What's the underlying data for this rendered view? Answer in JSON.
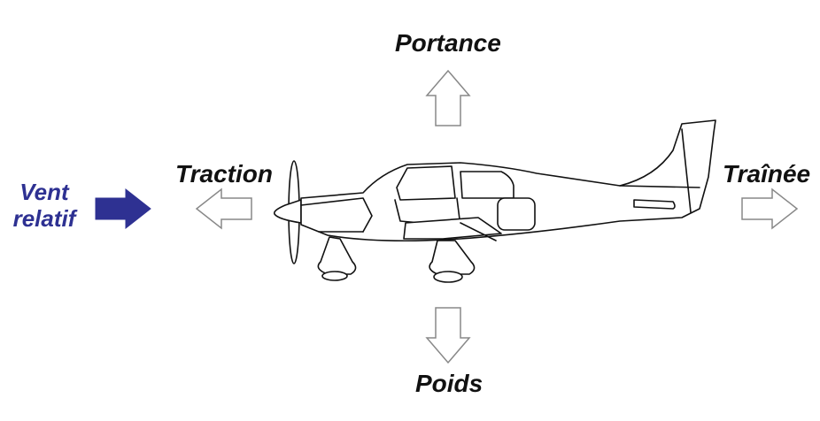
{
  "forces": {
    "lift": "Portance",
    "thrust": "Traction",
    "drag": "Traînée",
    "weight": "Poids"
  },
  "wind": {
    "line1": "Vent",
    "line2": "relatif",
    "color": "#2e3192"
  },
  "colors": {
    "label": "#111111",
    "outline": "#111111",
    "arrow_outline": "#888888"
  }
}
